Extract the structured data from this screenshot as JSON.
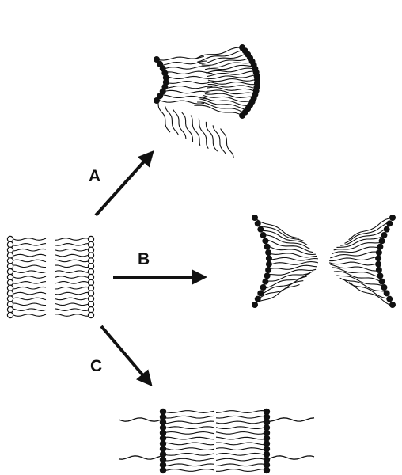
{
  "labels": {
    "a": "A",
    "b": "B",
    "c": "C"
  },
  "colors": {
    "ink": "#111111",
    "open_head": "#ffffff",
    "background": "#ffffff"
  }
}
